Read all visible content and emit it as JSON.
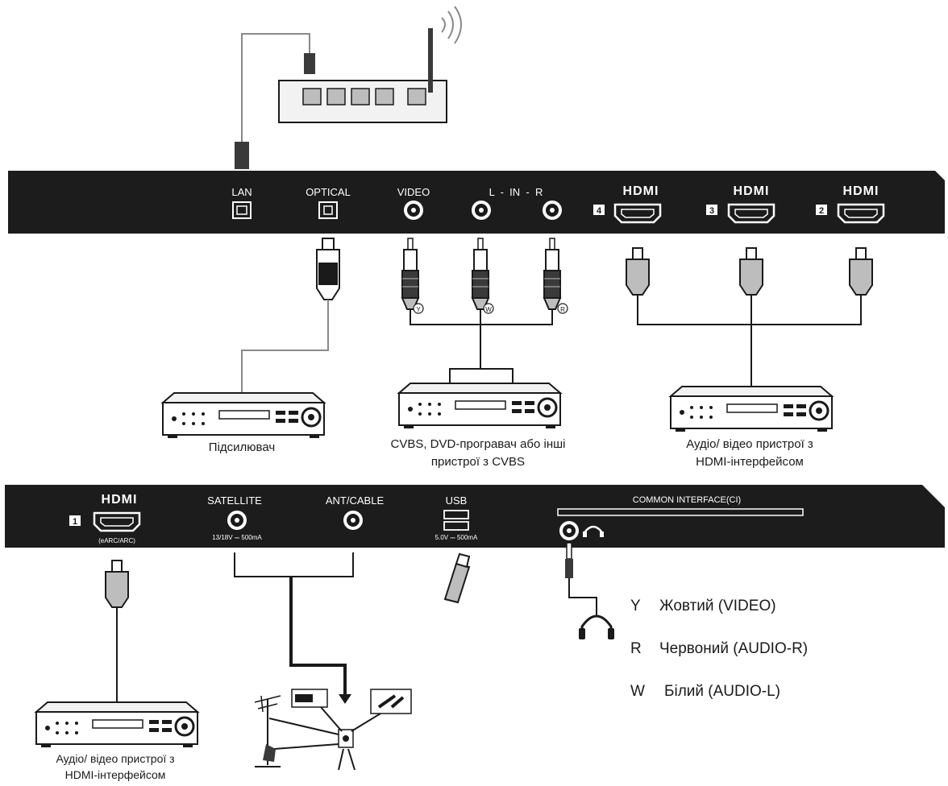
{
  "top_panel": {
    "lan": "LAN",
    "optical": "OPTICAL",
    "video": "VIDEO",
    "audio_in": "L  -  IN  -  R",
    "hdmi_logo": "HDMI",
    "hdmi4_num": "4",
    "hdmi3_num": "3",
    "hdmi2_num": "2"
  },
  "bottom_panel": {
    "hdmi_logo": "HDMI",
    "hdmi1_num": "1",
    "hdmi1_sub": "(eARC/ARC)",
    "satellite": "SATELLITE",
    "satellite_sub": "13/18V ⎓ 500mA",
    "ant_cable": "ANT/CABLE",
    "usb": "USB",
    "usb_sub": "5.0V ⎓ 500mA",
    "ci": "COMMON INTERFACE(CI)"
  },
  "cable_marks": {
    "y": "Y",
    "w": "W",
    "r": "R"
  },
  "devices": {
    "amplifier": "Підсилювач",
    "cvbs_line1": "CVBS, DVD-програвач або інші",
    "cvbs_line2": "пристрої з CVBS",
    "hdmi_dev_line1": "Аудіо/ відео пристрої з",
    "hdmi_dev_line2": "HDMI-інтерфейсом",
    "hdmi_dev2_line1": "Аудіо/ відео пристрої з",
    "hdmi_dev2_line2": "HDMI-інтерфейсом"
  },
  "legend": [
    {
      "letter": "Y",
      "text": "Жовтий (VIDEO)"
    },
    {
      "letter": "R",
      "text": "Червоний (AUDIO-R)"
    },
    {
      "letter": "W",
      "text": "Білий (AUDIO-L)"
    }
  ]
}
